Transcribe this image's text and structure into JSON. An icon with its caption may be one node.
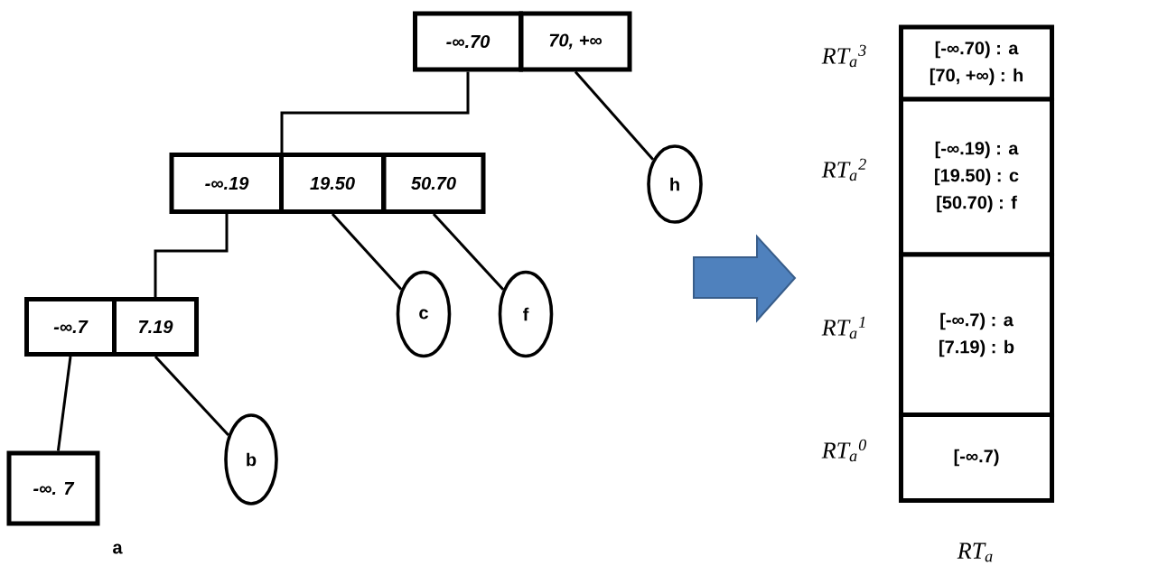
{
  "diagram": {
    "nodes": [
      {
        "text": [
          "-∞.70"
        ]
      },
      {
        "text": [
          "70, +∞"
        ]
      },
      {
        "text": [
          "-∞.19"
        ]
      },
      {
        "text": [
          "19.50"
        ]
      },
      {
        "text": [
          "50.70"
        ]
      },
      {
        "text": [
          "h"
        ]
      },
      {
        "text": [
          "c"
        ]
      },
      {
        "text": [
          "f"
        ]
      },
      {
        "text": [
          "-∞.7"
        ]
      },
      {
        "text": [
          "7.19"
        ]
      },
      {
        "text": [
          "b"
        ]
      },
      {
        "text": [
          "-∞. 7"
        ]
      },
      {
        "text": [
          "[-∞.70) : a",
          "[70, +∞) : h"
        ],
        "beside": [
          "RT$_{a}$$^{3}$"
        ]
      },
      {
        "text": [
          "[-∞.19) : a",
          "[19.50) : c",
          "[50.70) : f"
        ],
        "beside": [
          "RT$_{a}$$^{2}$"
        ]
      },
      {
        "text": [
          "[-∞.7) : a",
          "[7.19) : b"
        ],
        "beside": [
          "RT$_{a}$$^{1}$"
        ]
      },
      {
        "text": [
          "[-∞.7)"
        ],
        "beside": [
          "RT$_{a}$$^{0}$"
        ]
      }
    ],
    "edges": [
      {
        "from": 0,
        "to": 2,
        "arrow": "none"
      },
      {
        "from": 1,
        "to": 5,
        "arrow": "none"
      },
      {
        "from": 2,
        "to": 9,
        "arrow": "none"
      },
      {
        "from": 3,
        "to": 6,
        "arrow": "none"
      },
      {
        "from": 4,
        "to": 7,
        "arrow": "none"
      },
      {
        "from": 8,
        "to": 11,
        "arrow": "none"
      },
      {
        "from": 9,
        "to": 10,
        "arrow": "none"
      }
    ],
    "labels": [
      "a",
      "RT$_{a}$"
    ]
  }
}
